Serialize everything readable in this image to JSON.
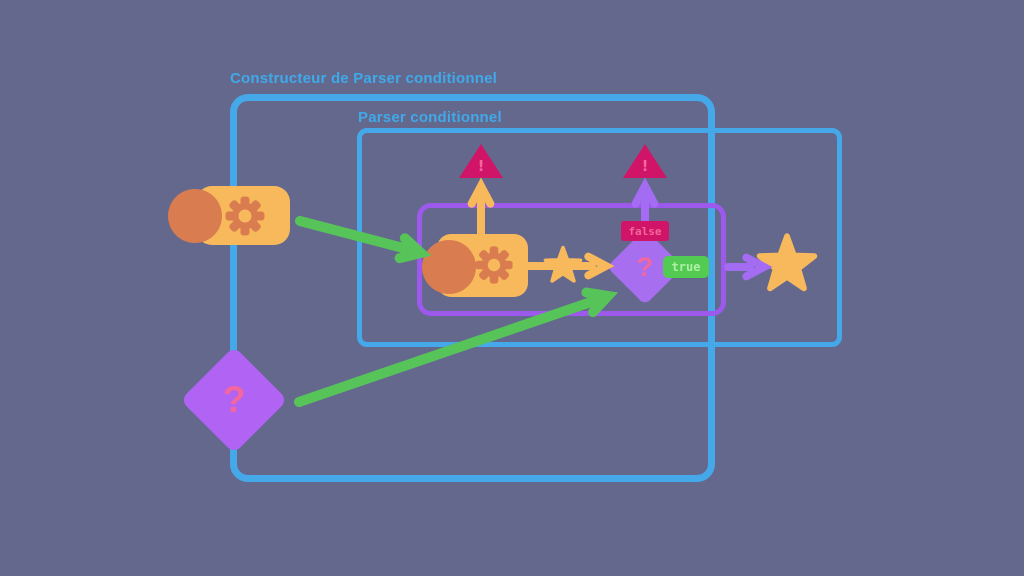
{
  "colors": {
    "background": "#64688D",
    "box_blue": "#44A8E9",
    "title_blue": "#3FA9E9",
    "pipeline_purple": "#9D59EC",
    "arrow_purple": "#A46CF2",
    "inner_diamond_purple": "#A76FF0",
    "outer_diamond_purple": "#B163F3",
    "orange": "#F8B95D",
    "dark_orange": "#D97C4F",
    "arrow_green": "#57C45A",
    "true_green": "#53CB53",
    "true_text_green": "#AEEFA6",
    "warning_crimson": "#D01467",
    "pink": "#F4679E"
  },
  "outer_box": {
    "title": "Constructeur de Parser conditionnel"
  },
  "inner_box": {
    "title": "Parser conditionnel"
  },
  "badges": {
    "false": {
      "label": "false"
    },
    "true": {
      "label": "true"
    }
  },
  "conditions": {
    "inner": {
      "symbol": "?"
    },
    "outer": {
      "symbol": "?"
    }
  },
  "warnings": {
    "left": {
      "symbol": "!"
    },
    "right": {
      "symbol": "!"
    }
  },
  "icons": {
    "gear": "gear-icon",
    "star": "star-icon",
    "warning": "warning-triangle-icon",
    "question_diamond": "question-diamond-icon"
  }
}
